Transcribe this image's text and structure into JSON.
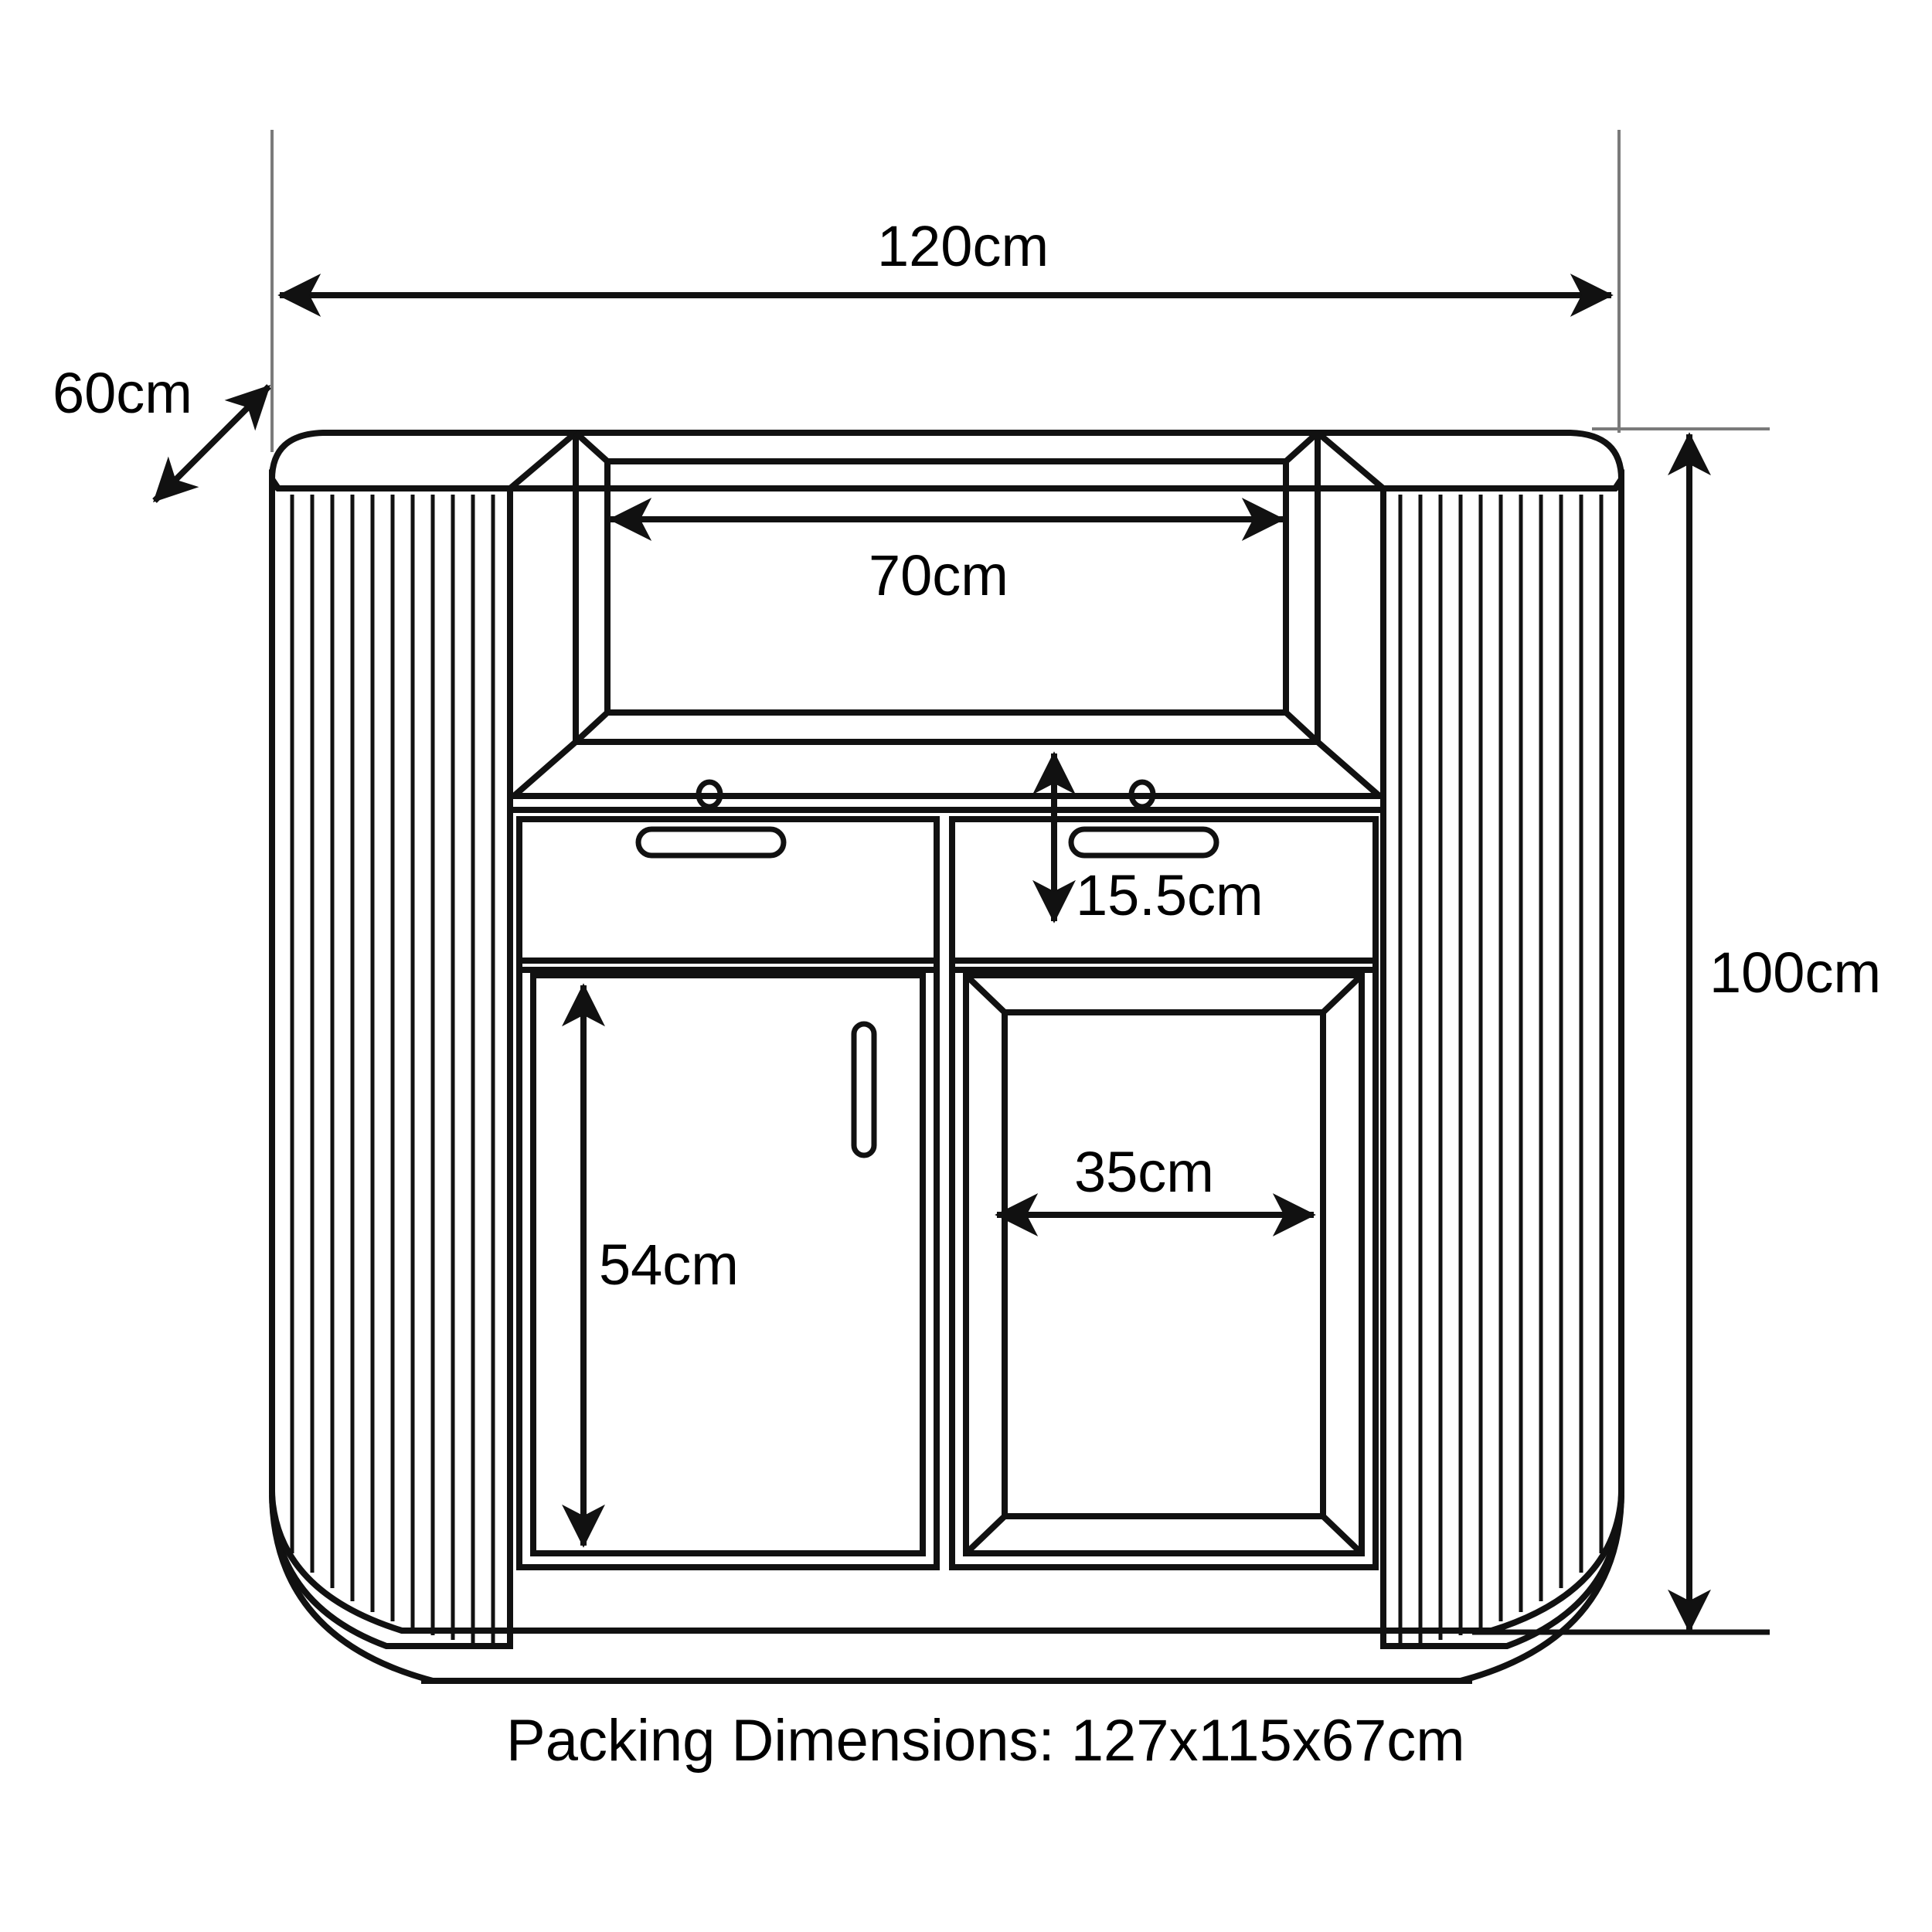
{
  "drawing": {
    "title_caption": "Packing Dimensions: 127x115x67cm",
    "line_color": "#111111",
    "extension_line_color": "#7a7a7a",
    "background_color": "#ffffff",
    "subject": "sideboard-cabinet-technical-drawing"
  },
  "dimensions": {
    "overall_width": "120cm",
    "depth": "60cm",
    "overall_height": "100cm",
    "open_shelf_width": "70cm",
    "drawer_height": "15.5cm",
    "door_height": "54cm",
    "right_door_width": "35cm"
  },
  "chart_data": {
    "type": "table",
    "title": "Sideboard Cabinet Dimension Drawing",
    "categories": [
      "overall width",
      "depth",
      "overall height",
      "open shelf width",
      "drawer height",
      "left door height",
      "right door width"
    ],
    "values": [
      120,
      60,
      100,
      70,
      15.5,
      54,
      35
    ],
    "unit": "cm",
    "annotations": [
      "120cm",
      "60cm",
      "100cm",
      "70cm",
      "15.5cm",
      "54cm",
      "35cm",
      "Packing Dimensions: 127x115x67cm"
    ]
  },
  "parts": {
    "left_fluted_panel": "left-fluted-side-panel",
    "right_fluted_panel": "right-fluted-side-panel",
    "top_surface": "cabinet-top",
    "open_niche": "open-shelf-niche",
    "left_drawer": "left-drawer",
    "right_drawer": "right-drawer",
    "left_door": "left-cabinet-door",
    "right_door": "right-cabinet-door",
    "curved_base": "curved-plinth-base"
  }
}
